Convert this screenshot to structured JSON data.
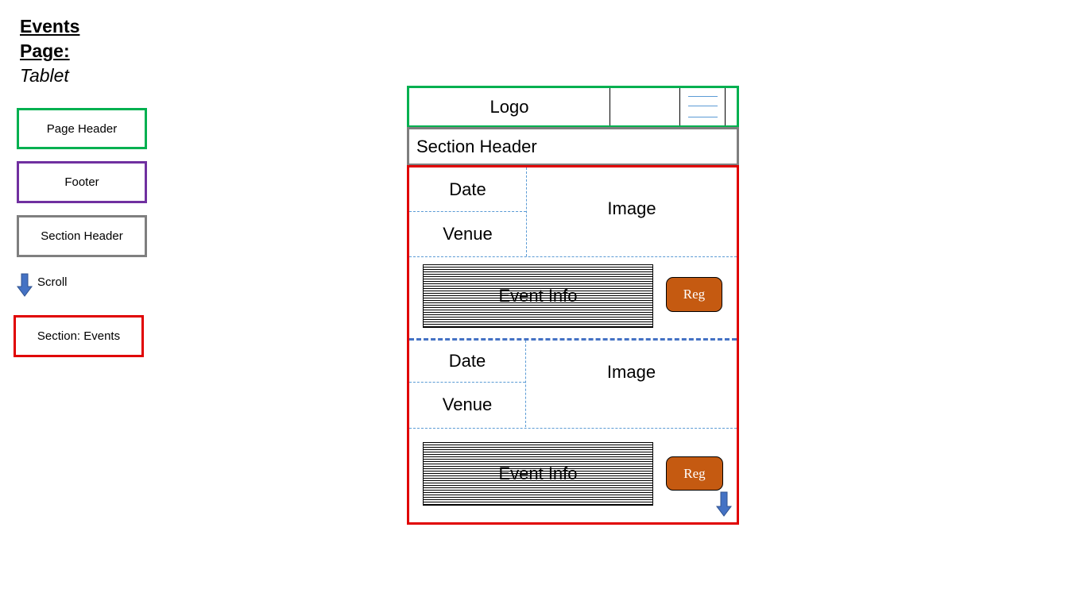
{
  "title": {
    "line1": "Events",
    "line2": "Page:",
    "subtitle": "Tablet"
  },
  "legend": {
    "page_header": "Page Header",
    "footer": "Footer",
    "section_header": "Section Header",
    "scroll": "Scroll",
    "section_events": "Section: Events"
  },
  "legend_colors": {
    "page_header": "#00b050",
    "footer": "#7030a0",
    "section_header": "#7f7f7f",
    "section_events": "#e00000",
    "scroll_arrow": "#4472c4",
    "reg_button": "#c55a11",
    "divider": "#5b9bd5"
  },
  "wireframe": {
    "header": {
      "logo": "Logo"
    },
    "section_header": "Section Header",
    "events": [
      {
        "date": "Date",
        "venue": "Venue",
        "image": "Image",
        "info": "Event Info",
        "button": "Reg"
      },
      {
        "date": "Date",
        "venue": "Venue",
        "image": "Image",
        "info": "Event Info",
        "button": "Reg"
      }
    ]
  }
}
